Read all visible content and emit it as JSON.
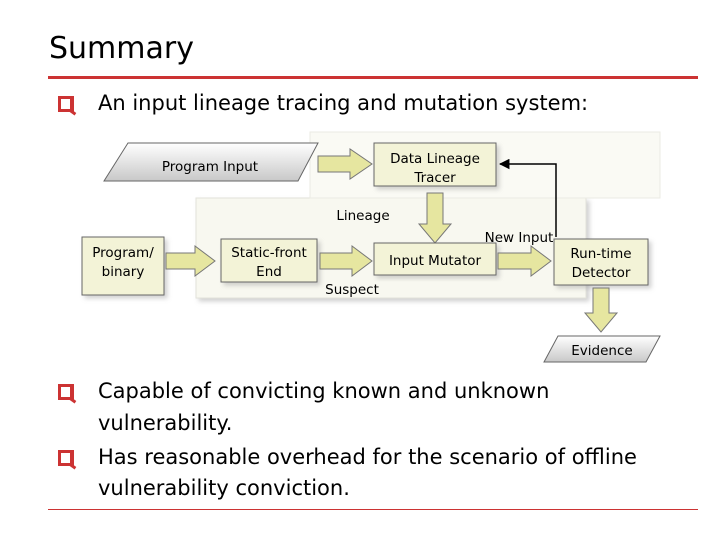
{
  "slide": {
    "title": "Summary",
    "bullets": [
      "An input lineage tracing and mutation system:",
      "Capable of convicting known and unknown",
      "vulnerability.",
      "Has reasonable overhead for the scenario of offline",
      "vulnerability conviction."
    ]
  },
  "diagram": {
    "program_input": "Program Input",
    "data_lineage_tracer_line1": "Data Lineage",
    "data_lineage_tracer_line2": "Tracer",
    "lineage": "Lineage",
    "program_binary_line1": "Program/",
    "program_binary_line2": "binary",
    "static_front_end_line1": "Static-front",
    "static_front_end_line2": "End",
    "input_mutator": "Input Mutator",
    "new_input": "New Input",
    "runtime_detector_line1": "Run-time",
    "runtime_detector_line2": "Detector",
    "suspect": "Suspect",
    "evidence": "Evidence"
  },
  "colors": {
    "accent": "#cc3333",
    "box_fill": "#f3f3d7",
    "arrow_fill": "#e6e6a0",
    "panel_fill": "#f8f8f0"
  }
}
